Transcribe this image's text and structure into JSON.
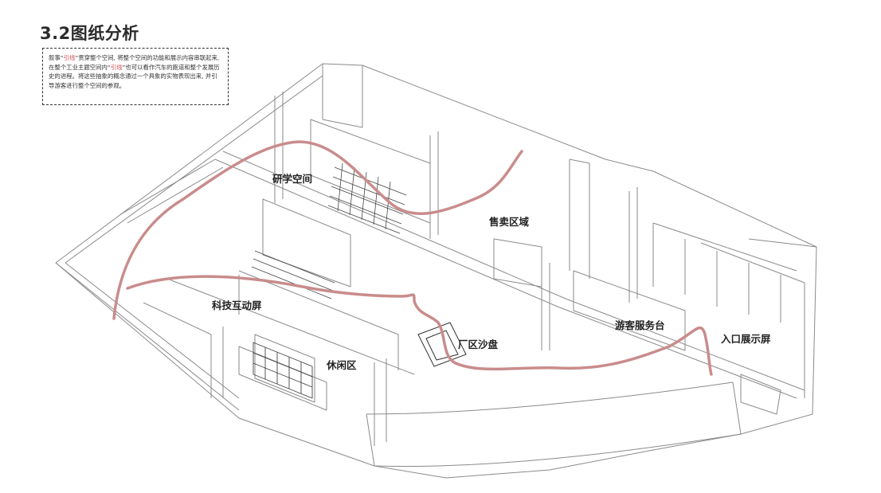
{
  "title": "3.2图纸分析",
  "description": {
    "part1": "叙事“",
    "highlight1": "引线",
    "part2": "”贯穿整个空间, 将整个空间的功能和展示内容串联起来, 在整个工业主题空间内“",
    "highlight2": "引线",
    "part3": "”也可以看作汽车的跑道和整个发展历史的进程。将这些抽象的概念通过一个具象的实物表现出来, 并引导游客进行整个空间的参观。"
  },
  "labels": {
    "research": "研学空间",
    "sales": "售卖区域",
    "tech": "科技互动屏",
    "visitor": "游客服务台",
    "entrance": "入口展示屏",
    "sandtable": "厂区沙盘",
    "lounge": "休闲区"
  },
  "colors": {
    "guide_line": "#c98c8c",
    "outline": "#8a8a8a",
    "highlight_text": "#d0505a"
  }
}
